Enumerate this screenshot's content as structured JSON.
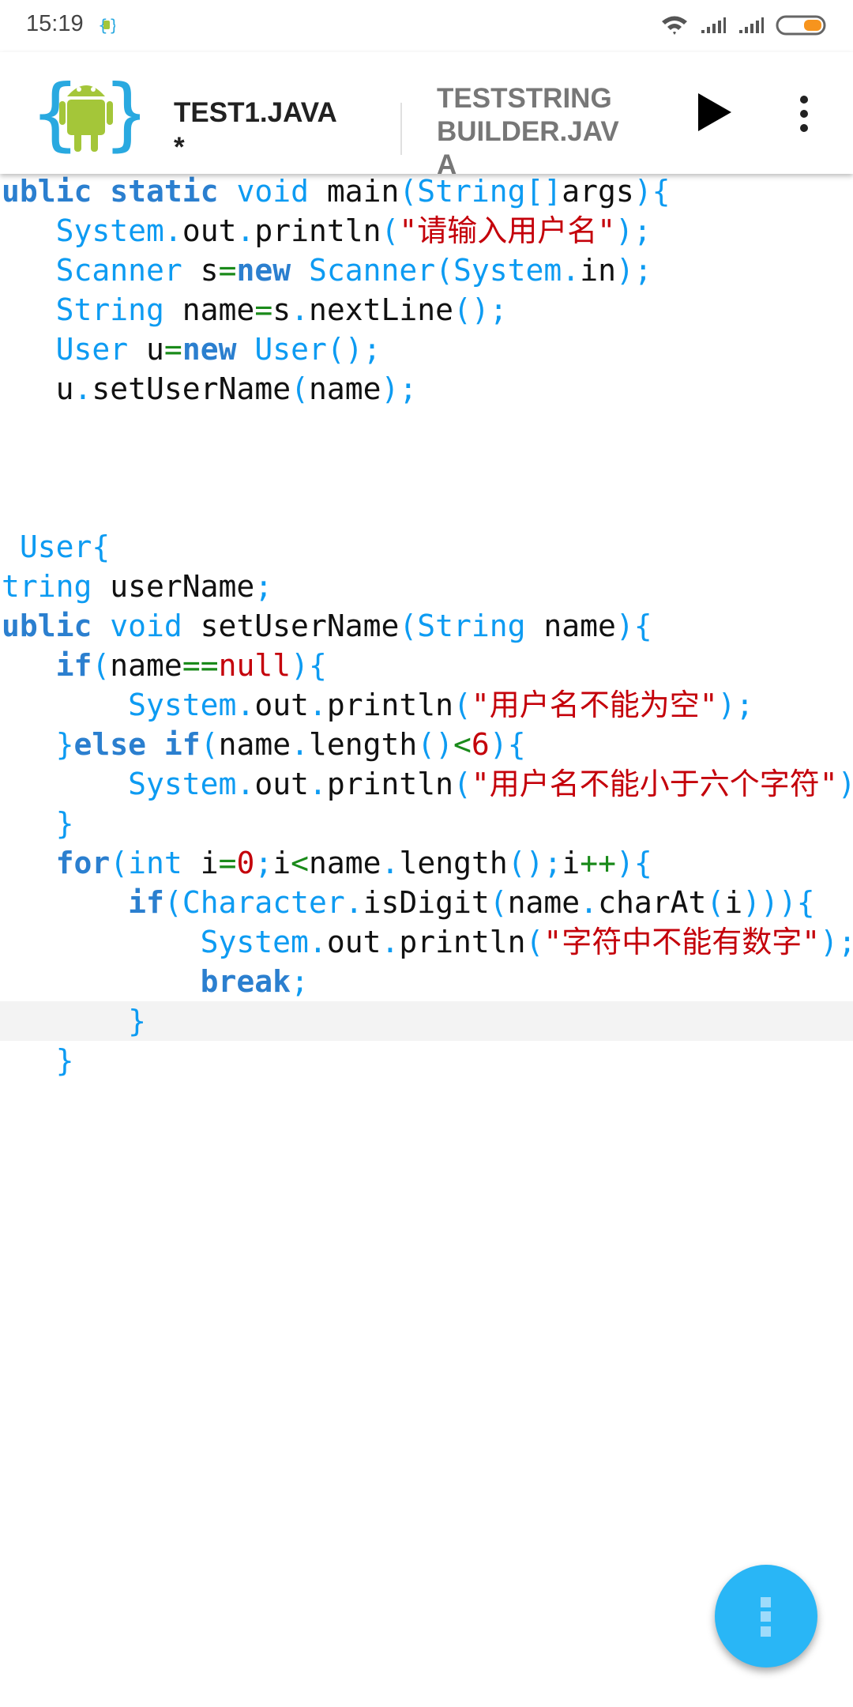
{
  "status_bar": {
    "time": "15:19",
    "battery_color": "#f7941d"
  },
  "header": {
    "tabs": [
      {
        "label": "TEST1.JAVA",
        "modified_marker": "*",
        "active": true
      },
      {
        "label": "TESTSTRING BUILDER.JAVA",
        "active": false
      }
    ],
    "run_icon": "play-icon",
    "menu_icon": "more-vert-icon"
  },
  "editor": {
    "highlighted_line": 21,
    "lines": [
      [
        [
          "k",
          "ublic "
        ],
        [
          "k",
          "static "
        ],
        [
          "t",
          "void "
        ],
        [
          "i",
          "main"
        ],
        [
          "p",
          "("
        ],
        [
          "t",
          "String"
        ],
        [
          "p",
          "[]"
        ],
        [
          "i",
          "args"
        ],
        [
          "p",
          "){"
        ]
      ],
      [
        [
          "i",
          "   "
        ],
        [
          "t",
          "System"
        ],
        [
          "p",
          "."
        ],
        [
          "i",
          "out"
        ],
        [
          "p",
          "."
        ],
        [
          "i",
          "println"
        ],
        [
          "p",
          "("
        ],
        [
          "s",
          "\"请输入用户名\""
        ],
        [
          "p",
          ");"
        ]
      ],
      [
        [
          "i",
          "   "
        ],
        [
          "t",
          "Scanner "
        ],
        [
          "i",
          "s"
        ],
        [
          "o",
          "="
        ],
        [
          "k",
          "new "
        ],
        [
          "t",
          "Scanner"
        ],
        [
          "p",
          "("
        ],
        [
          "t",
          "System"
        ],
        [
          "p",
          "."
        ],
        [
          "i",
          "in"
        ],
        [
          "p",
          ");"
        ]
      ],
      [
        [
          "i",
          "   "
        ],
        [
          "t",
          "String "
        ],
        [
          "i",
          "name"
        ],
        [
          "o",
          "="
        ],
        [
          "i",
          "s"
        ],
        [
          "p",
          "."
        ],
        [
          "i",
          "nextLine"
        ],
        [
          "p",
          "();"
        ]
      ],
      [
        [
          "i",
          "   "
        ],
        [
          "t",
          "User "
        ],
        [
          "i",
          "u"
        ],
        [
          "o",
          "="
        ],
        [
          "k",
          "new "
        ],
        [
          "t",
          "User"
        ],
        [
          "p",
          "();"
        ]
      ],
      [
        [
          "i",
          "   "
        ],
        [
          "i",
          "u"
        ],
        [
          "p",
          "."
        ],
        [
          "i",
          "setUserName"
        ],
        [
          "p",
          "("
        ],
        [
          "i",
          "name"
        ],
        [
          "p",
          ");"
        ]
      ],
      [],
      [],
      [],
      [
        [
          "i",
          " "
        ],
        [
          "t",
          "User"
        ],
        [
          "p",
          "{"
        ]
      ],
      [
        [
          "t",
          "tring "
        ],
        [
          "i",
          "userName"
        ],
        [
          "p",
          ";"
        ]
      ],
      [
        [
          "k",
          "ublic "
        ],
        [
          "t",
          "void "
        ],
        [
          "i",
          "setUserName"
        ],
        [
          "p",
          "("
        ],
        [
          "t",
          "String "
        ],
        [
          "i",
          "name"
        ],
        [
          "p",
          "){"
        ]
      ],
      [
        [
          "i",
          "   "
        ],
        [
          "k",
          "if"
        ],
        [
          "p",
          "("
        ],
        [
          "i",
          "name"
        ],
        [
          "o",
          "=="
        ],
        [
          "n",
          "null"
        ],
        [
          "p",
          "){"
        ]
      ],
      [
        [
          "i",
          "       "
        ],
        [
          "t",
          "System"
        ],
        [
          "p",
          "."
        ],
        [
          "i",
          "out"
        ],
        [
          "p",
          "."
        ],
        [
          "i",
          "println"
        ],
        [
          "p",
          "("
        ],
        [
          "s",
          "\"用户名不能为空\""
        ],
        [
          "p",
          ");"
        ]
      ],
      [
        [
          "i",
          "   "
        ],
        [
          "p",
          "}"
        ],
        [
          "k",
          "else "
        ],
        [
          "k",
          "if"
        ],
        [
          "p",
          "("
        ],
        [
          "i",
          "name"
        ],
        [
          "p",
          "."
        ],
        [
          "i",
          "length"
        ],
        [
          "p",
          "()"
        ],
        [
          "o",
          "<"
        ],
        [
          "n",
          "6"
        ],
        [
          "p",
          "){"
        ]
      ],
      [
        [
          "i",
          "       "
        ],
        [
          "t",
          "System"
        ],
        [
          "p",
          "."
        ],
        [
          "i",
          "out"
        ],
        [
          "p",
          "."
        ],
        [
          "i",
          "println"
        ],
        [
          "p",
          "("
        ],
        [
          "s",
          "\"用户名不能小于六个字符\""
        ],
        [
          "p",
          ")"
        ]
      ],
      [
        [
          "i",
          "   "
        ],
        [
          "p",
          "}"
        ]
      ],
      [
        [
          "i",
          "   "
        ],
        [
          "k",
          "for"
        ],
        [
          "p",
          "("
        ],
        [
          "t",
          "int "
        ],
        [
          "i",
          "i"
        ],
        [
          "o",
          "="
        ],
        [
          "n",
          "0"
        ],
        [
          "p",
          ";"
        ],
        [
          "i",
          "i"
        ],
        [
          "o",
          "<"
        ],
        [
          "i",
          "name"
        ],
        [
          "p",
          "."
        ],
        [
          "i",
          "length"
        ],
        [
          "p",
          "();"
        ],
        [
          "i",
          "i"
        ],
        [
          "o",
          "++"
        ],
        [
          "p",
          "){"
        ]
      ],
      [
        [
          "i",
          "       "
        ],
        [
          "k",
          "if"
        ],
        [
          "p",
          "("
        ],
        [
          "t",
          "Character"
        ],
        [
          "p",
          "."
        ],
        [
          "i",
          "isDigit"
        ],
        [
          "p",
          "("
        ],
        [
          "i",
          "name"
        ],
        [
          "p",
          "."
        ],
        [
          "i",
          "charAt"
        ],
        [
          "p",
          "("
        ],
        [
          "i",
          "i"
        ],
        [
          "p",
          ")))"
        ],
        [
          "p",
          "{"
        ]
      ],
      [
        [
          "i",
          "           "
        ],
        [
          "t",
          "System"
        ],
        [
          "p",
          "."
        ],
        [
          "i",
          "out"
        ],
        [
          "p",
          "."
        ],
        [
          "i",
          "println"
        ],
        [
          "p",
          "("
        ],
        [
          "s",
          "\"字符中不能有数字\""
        ],
        [
          "p",
          ");"
        ]
      ],
      [
        [
          "i",
          "           "
        ],
        [
          "k",
          "break"
        ],
        [
          "p",
          ";"
        ]
      ],
      [
        [
          "i",
          "       "
        ],
        [
          "p",
          "}"
        ]
      ],
      [
        [
          "i",
          "   "
        ],
        [
          "p",
          "}"
        ]
      ]
    ]
  },
  "fab": {
    "icon": "more-vert-icon",
    "color": "#29b6f6"
  }
}
